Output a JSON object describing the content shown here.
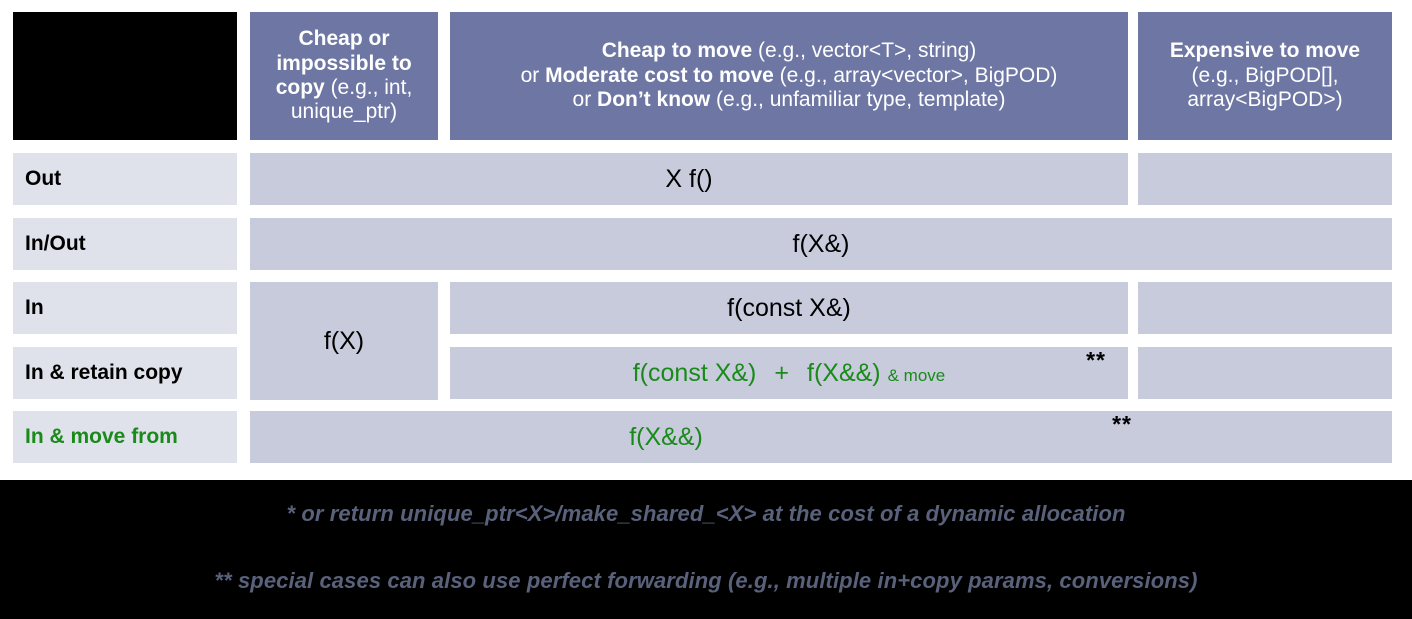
{
  "slide": {
    "title": "C++ parameter passing / return guidance table",
    "colors": {
      "header_bg": "#6E77A3",
      "header_text": "#FFFFFF",
      "cell_bg": "#C7CBDC",
      "rowlabel_bg": "#DFE2EB",
      "accent_green": "#1A8A1A",
      "footnote_text": "#59617B",
      "band_black": "#000000",
      "page_bg": "#FFFFFF"
    }
  },
  "table": {
    "corner": {
      "name": "corner-black-box",
      "label": ""
    },
    "columns": [
      {
        "id": "col-cheap-copy",
        "lines": [
          {
            "bold": "Cheap or",
            "rest": ""
          },
          {
            "bold": "impossible to",
            "rest": ""
          },
          {
            "bold": "copy",
            "rest": " (e.g., int,"
          },
          {
            "bold": "",
            "rest": "unique_ptr)"
          }
        ],
        "plain_text": "Cheap or impossible to copy (e.g., int, unique_ptr)"
      },
      {
        "id": "col-cheap-move",
        "lines": [
          {
            "bold": "Cheap to move",
            "rest": " (e.g., vector<T>, string)"
          },
          {
            "bold": "Moderate cost to move",
            "rest": " (e.g., array<vector>, BigPOD)",
            "prefix": "or "
          },
          {
            "bold": "Don’t know",
            "rest": " (e.g., unfamiliar type, template)",
            "prefix": "or "
          }
        ],
        "plain_text": "Cheap to move (e.g., vector<T>, string) or Moderate cost to move (e.g., array<vector>, BigPOD) or Don’t know (e.g., unfamiliar type, template)"
      },
      {
        "id": "col-expensive-move",
        "lines": [
          {
            "bold": "Expensive to move",
            "rest": ""
          },
          {
            "bold": "",
            "rest": "(e.g., BigPOD[],"
          },
          {
            "bold": "",
            "rest": "array<BigPOD>)"
          }
        ],
        "plain_text": "Expensive to move (e.g., BigPOD[], array<BigPOD>)"
      }
    ],
    "rows": [
      {
        "id": "row-out",
        "label": "Out",
        "label_green": false,
        "cells": {
          "merged_2_3": "X f()",
          "col4": ""
        }
      },
      {
        "id": "row-in-out",
        "label": "In/Out",
        "label_green": false,
        "cells": {
          "merged_2_3_4": "f(X&)"
        }
      },
      {
        "id": "row-in",
        "label": "In",
        "label_green": false,
        "cells": {
          "col2_spanning": "f(X)",
          "col3": "f(const X&)",
          "col4": ""
        }
      },
      {
        "id": "row-in-retain-copy",
        "label": "In & retain copy",
        "label_green": false,
        "cells": {
          "col3_part_a": "f(const X&)",
          "col3_plus": "+",
          "col3_part_b": "f(X&&)",
          "col3_part_b_note": "& move",
          "col3_marker": "**",
          "col4": ""
        }
      },
      {
        "id": "row-in-move-from",
        "label": "In & move from",
        "label_green": true,
        "cells": {
          "merged_2_3_4": "f(X&&)",
          "marker": "**"
        }
      }
    ]
  },
  "footnotes": [
    {
      "id": "footnote-single-star",
      "text": "* or return unique_ptr<X>/make_shared_<X> at the cost of a dynamic allocation"
    },
    {
      "id": "footnote-double-star",
      "text": "** special cases can also use perfect forwarding (e.g., multiple in+copy params, conversions)"
    }
  ]
}
